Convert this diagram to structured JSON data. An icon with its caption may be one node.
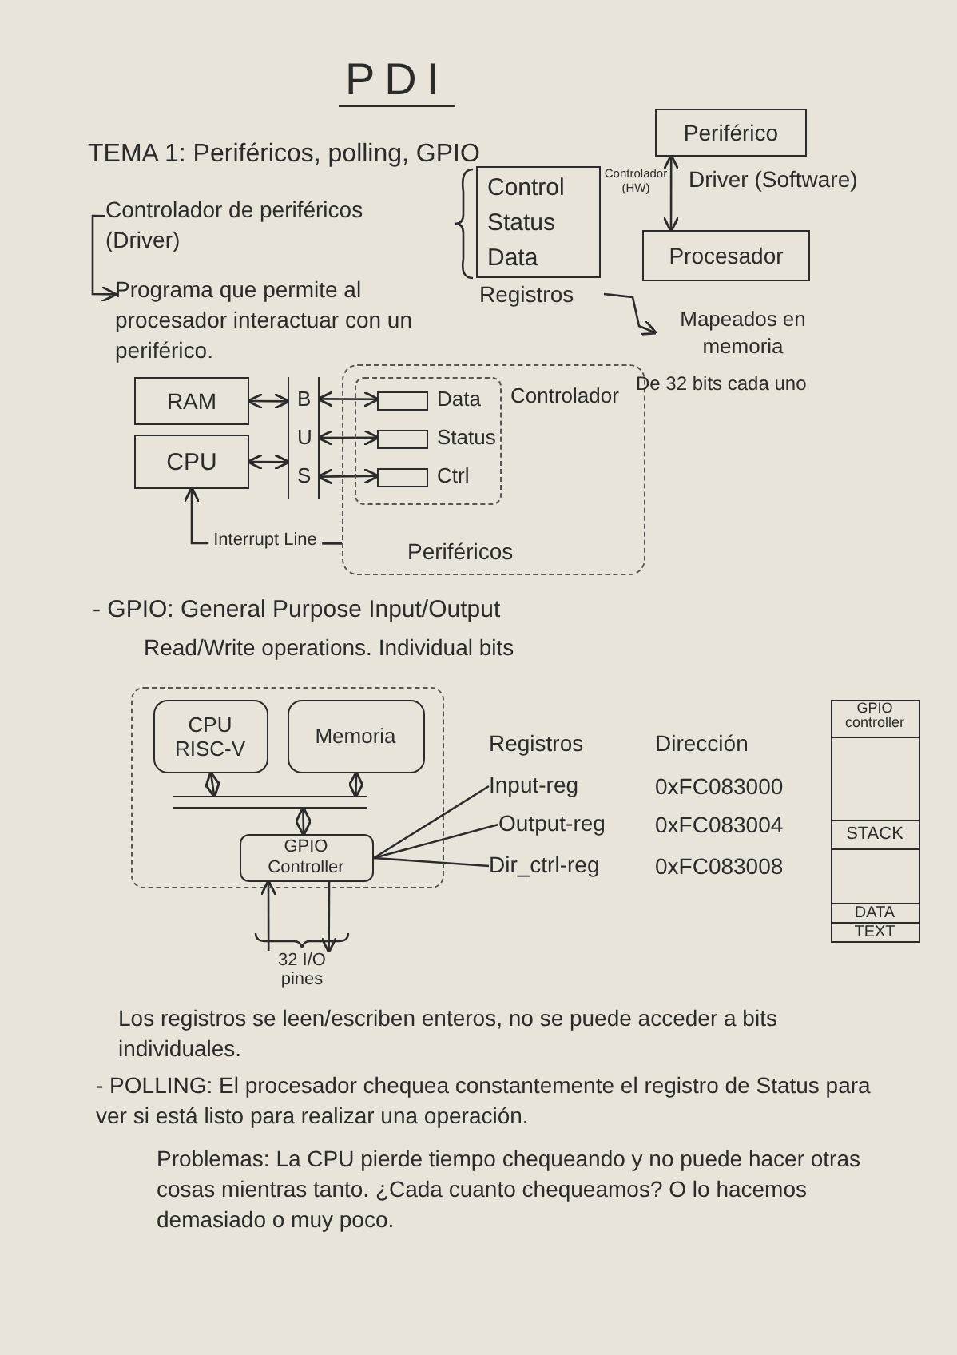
{
  "diagram": {
    "title": "PDI",
    "nodes": [
      {
        "text": [
          "Controlador de periféricos (Driver)"
        ]
      },
      {
        "text": [
          "Programa que permite al procesador interactuar con un periférico."
        ]
      },
      {
        "text": [
          "Control",
          "Status",
          "Data"
        ],
        "beside": [
          "Registros"
        ]
      },
      {
        "text": [
          "Mapeados en memoria"
        ]
      },
      {
        "text": [
          "Periférico"
        ]
      },
      {
        "text": [
          "Procesador"
        ]
      },
      {
        "text": [
          "RAM"
        ]
      },
      {
        "text": [
          "CPU"
        ]
      },
      {
        "text": [
          "BUS"
        ]
      },
      {
        "text": [
          "Periféricos"
        ]
      },
      {
        "text": [
          "Controlador"
        ],
        "in": 9
      },
      {
        "text": [],
        "shape": "box",
        "beside": [
          "Data"
        ],
        "in": 10
      },
      {
        "text": [],
        "shape": "box",
        "beside": [
          "Status"
        ],
        "in": 10
      },
      {
        "text": [],
        "shape": "box",
        "beside": [
          "Ctrl"
        ],
        "in": 10
      },
      {
        "text": [],
        "shape": "box"
      },
      {
        "text": [
          "CPU RISC-V"
        ],
        "in": 14
      },
      {
        "text": [
          "Memoria"
        ],
        "in": 14
      },
      {
        "text": [],
        "shape": "bar",
        "in": 14
      },
      {
        "text": [
          "GPIO Controller"
        ],
        "in": 14
      },
      {
        "text": [
          "Input-reg"
        ]
      },
      {
        "text": [
          "Output-reg"
        ]
      },
      {
        "text": [
          "Dir_ctrl-reg"
        ]
      },
      {
        "text": [],
        "shape": "box"
      },
      {
        "text": [
          "GPIO controller"
        ],
        "in": 22
      },
      {
        "text": [],
        "shape": "box",
        "in": 22
      },
      {
        "text": [
          "STACK"
        ],
        "in": 22
      },
      {
        "text": [],
        "shape": "box",
        "in": 22
      },
      {
        "text": [
          "DATA"
        ],
        "in": 22
      },
      {
        "text": [
          "TEXT"
        ],
        "in": 22
      },
      {
        "text": [
          "32 I/O pines"
        ]
      }
    ],
    "edges": [
      {
        "from": 0,
        "to": 1,
        "arrow": "to"
      },
      {
        "from": 2,
        "to": 3,
        "arrow": "to"
      },
      {
        "from": 4,
        "to": 5,
        "arrow": "both",
        "label": "Driver (Software)"
      },
      {
        "from": 6,
        "to": 8,
        "arrow": "both"
      },
      {
        "from": 7,
        "to": 8,
        "arrow": "both"
      },
      {
        "from": 8,
        "to": 11,
        "arrow": "both"
      },
      {
        "from": 8,
        "to": 12,
        "arrow": "both"
      },
      {
        "from": 8,
        "to": 13,
        "arrow": "both"
      },
      {
        "from": 9,
        "to": 7,
        "arrow": "to",
        "label": "Interrupt Line"
      },
      {
        "from": 15,
        "to": 17,
        "arrow": "both"
      },
      {
        "from": 16,
        "to": 17,
        "arrow": "both"
      },
      {
        "from": 17,
        "to": 18,
        "arrow": "both"
      },
      {
        "from": 29,
        "to": 18,
        "arrow": "to"
      },
      {
        "from": 18,
        "to": 29,
        "arrow": "to"
      },
      {
        "from": 18,
        "to": 19,
        "arrow": "none"
      },
      {
        "from": 18,
        "to": 20,
        "arrow": "none"
      },
      {
        "from": 18,
        "to": 21,
        "arrow": "none"
      }
    ],
    "labels": [
      "TEMA 1: Periféricos, polling, GPIO",
      "Controlador (HW)",
      "De 32 bits cada uno",
      "- GPIO: General Purpose Input/Output",
      "Read/Write operations. Individual bits",
      "Registros",
      "Dirección",
      "0xFC083000",
      "0xFC083004",
      "0xFC083008",
      "Los registros se leen/escriben enteros, no se puede acceder a bits individuales.",
      "- POLLING: El procesador chequea constantemente el registro de Status para ver si está listo para realizar una operación.",
      "Problemas: La CPU pierde tiempo chequeando y no puede hacer otras cosas mientras tanto. ¿Cada cuanto chequeamos? O lo hacemos demasiado o muy poco."
    ]
  }
}
